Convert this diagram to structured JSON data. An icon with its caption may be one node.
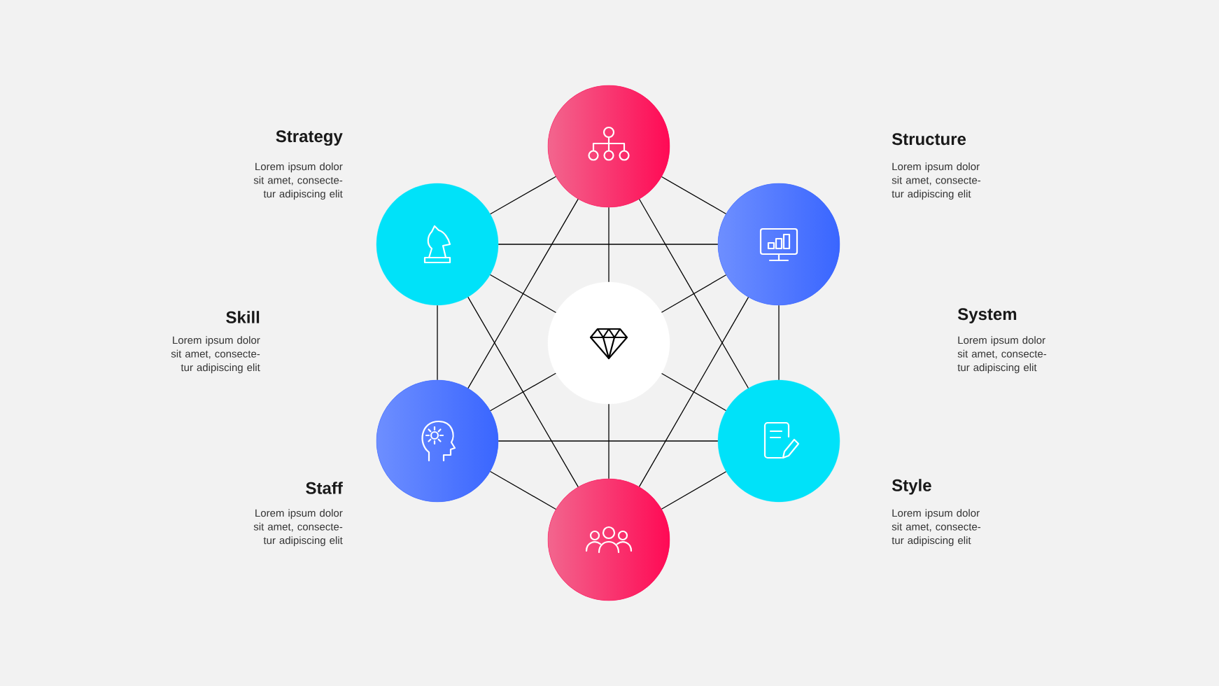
{
  "diagram": {
    "nodes": [
      {
        "text": [],
        "shape": "circle"
      },
      {
        "text": [],
        "shape": "circle"
      },
      {
        "text": [],
        "shape": "circle"
      },
      {
        "text": [],
        "shape": "circle"
      },
      {
        "text": [],
        "shape": "circle"
      },
      {
        "text": [],
        "shape": "circle"
      },
      {
        "text": [],
        "shape": "circle"
      }
    ],
    "edges": [
      {
        "from": 0,
        "to": 1,
        "arrow": "none"
      },
      {
        "from": 0,
        "to": 2,
        "arrow": "none"
      },
      {
        "from": 0,
        "to": 3,
        "arrow": "none"
      },
      {
        "from": 0,
        "to": 4,
        "arrow": "none"
      },
      {
        "from": 0,
        "to": 5,
        "arrow": "none"
      },
      {
        "from": 1,
        "to": 2,
        "arrow": "none"
      },
      {
        "from": 1,
        "to": 3,
        "arrow": "none"
      },
      {
        "from": 1,
        "to": 4,
        "arrow": "none"
      },
      {
        "from": 1,
        "to": 6,
        "arrow": "none"
      },
      {
        "from": 2,
        "to": 3,
        "arrow": "none"
      },
      {
        "from": 2,
        "to": 5,
        "arrow": "none"
      },
      {
        "from": 2,
        "to": 6,
        "arrow": "none"
      },
      {
        "from": 3,
        "to": 4,
        "arrow": "none"
      },
      {
        "from": 3,
        "to": 5,
        "arrow": "none"
      },
      {
        "from": 3,
        "to": 6,
        "arrow": "none"
      },
      {
        "from": 4,
        "to": 5,
        "arrow": "none"
      },
      {
        "from": 4,
        "to": 6,
        "arrow": "none"
      },
      {
        "from": 5,
        "to": 6,
        "arrow": "none"
      }
    ],
    "labels": [
      "Strategy",
      "Lorem ipsum dolor sit amet, consecte- tur adipiscing elit",
      "Structure",
      "Lorem ipsum dolor sit amet, consecte- tur adipiscing elit",
      "Skill",
      "Lorem ipsum dolor sit amet, consecte- tur adipiscing elit",
      "System",
      "Lorem ipsum dolor sit amet, consecte- tur adipiscing elit",
      "Staff",
      "Lorem ipsum dolor sit amet, consecte- tur adipiscing elit",
      "Style",
      "Lorem ipsum dolor sit amet, consecte- tur adipiscing elit"
    ]
  }
}
